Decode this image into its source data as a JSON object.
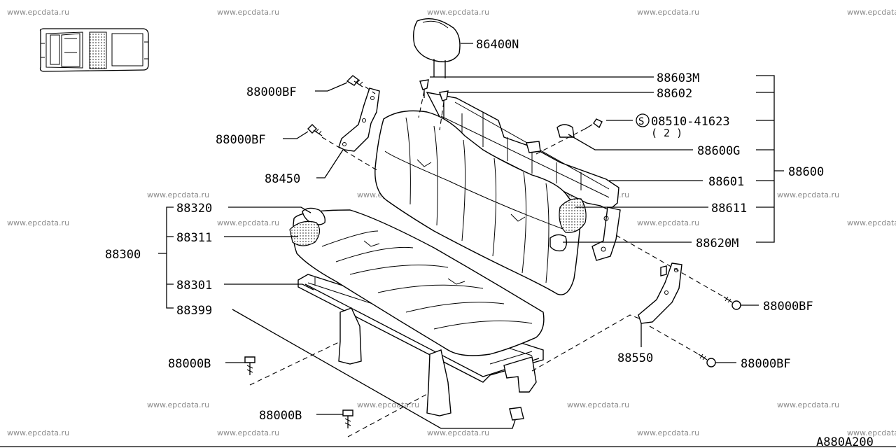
{
  "watermark": "www.epcdata.ru",
  "drawing_code": "A880A200",
  "labels": {
    "p86400N": "86400N",
    "p88603M": "88603M",
    "p88602": "88602",
    "p88000BF_top": "88000BF",
    "s_symbol": "S",
    "p08510": "08510-41623",
    "qty": "( 2 )",
    "p88000BF_mid": "88000BF",
    "p88600G": "88600G",
    "p88450": "88450",
    "p88600": "88600",
    "p88601": "88601",
    "p88320": "88320",
    "p88611": "88611",
    "p88311": "88311",
    "p88300": "88300",
    "p88620M": "88620M",
    "p88301": "88301",
    "p88000BF_r1": "88000BF",
    "p88399": "88399",
    "p88550": "88550",
    "p88000B_1": "88000B",
    "p88000BF_r2": "88000BF",
    "p88000B_2": "88000B"
  }
}
